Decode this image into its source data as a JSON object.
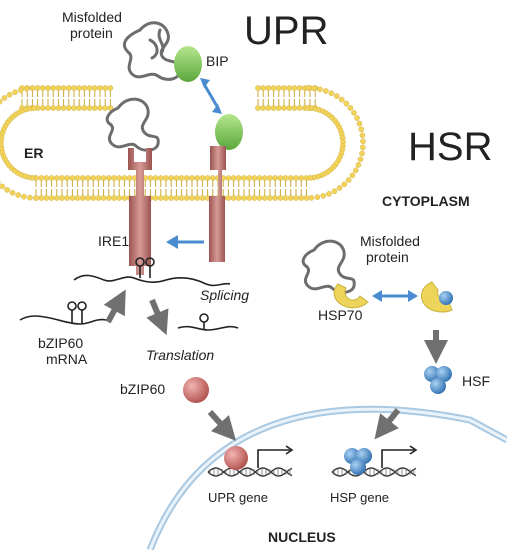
{
  "labels": {
    "upr": "UPR",
    "hsr": "HSR",
    "misfolded_top_line1": "Misfolded",
    "misfolded_top_line2": "protein",
    "bip": "BIP",
    "er": "ER",
    "cytoplasm": "CYTOPLASM",
    "misfolded_right_line1": "Misfolded",
    "misfolded_right_line2": "protein",
    "ire1": "IRE1",
    "splicing": "Splicing",
    "hsp70": "HSP70",
    "bzip60_mrna_line1": "bZIP60",
    "bzip60_mrna_line2": "mRNA",
    "translation": "Translation",
    "bzip60": "bZIP60",
    "hsf": "HSF",
    "upr_gene": "UPR gene",
    "hsp_gene": "HSP gene",
    "nucleus": "NUCLEUS"
  },
  "colors": {
    "membrane_head": "#f2d35a",
    "membrane_tail": "#c9a93a",
    "bip_green": "#7ecb55",
    "ire1_red": "#b56b68",
    "bzip60_red": "#c8625f",
    "hsf_blue": "#3f86c8",
    "hsp70_yellow": "#ecd55a",
    "arrow_blue": "#4a8ccf",
    "arrow_gray": "#707070",
    "protein_gray": "#6d6d6d",
    "nuclear_envelope": "#a9c9e3"
  }
}
